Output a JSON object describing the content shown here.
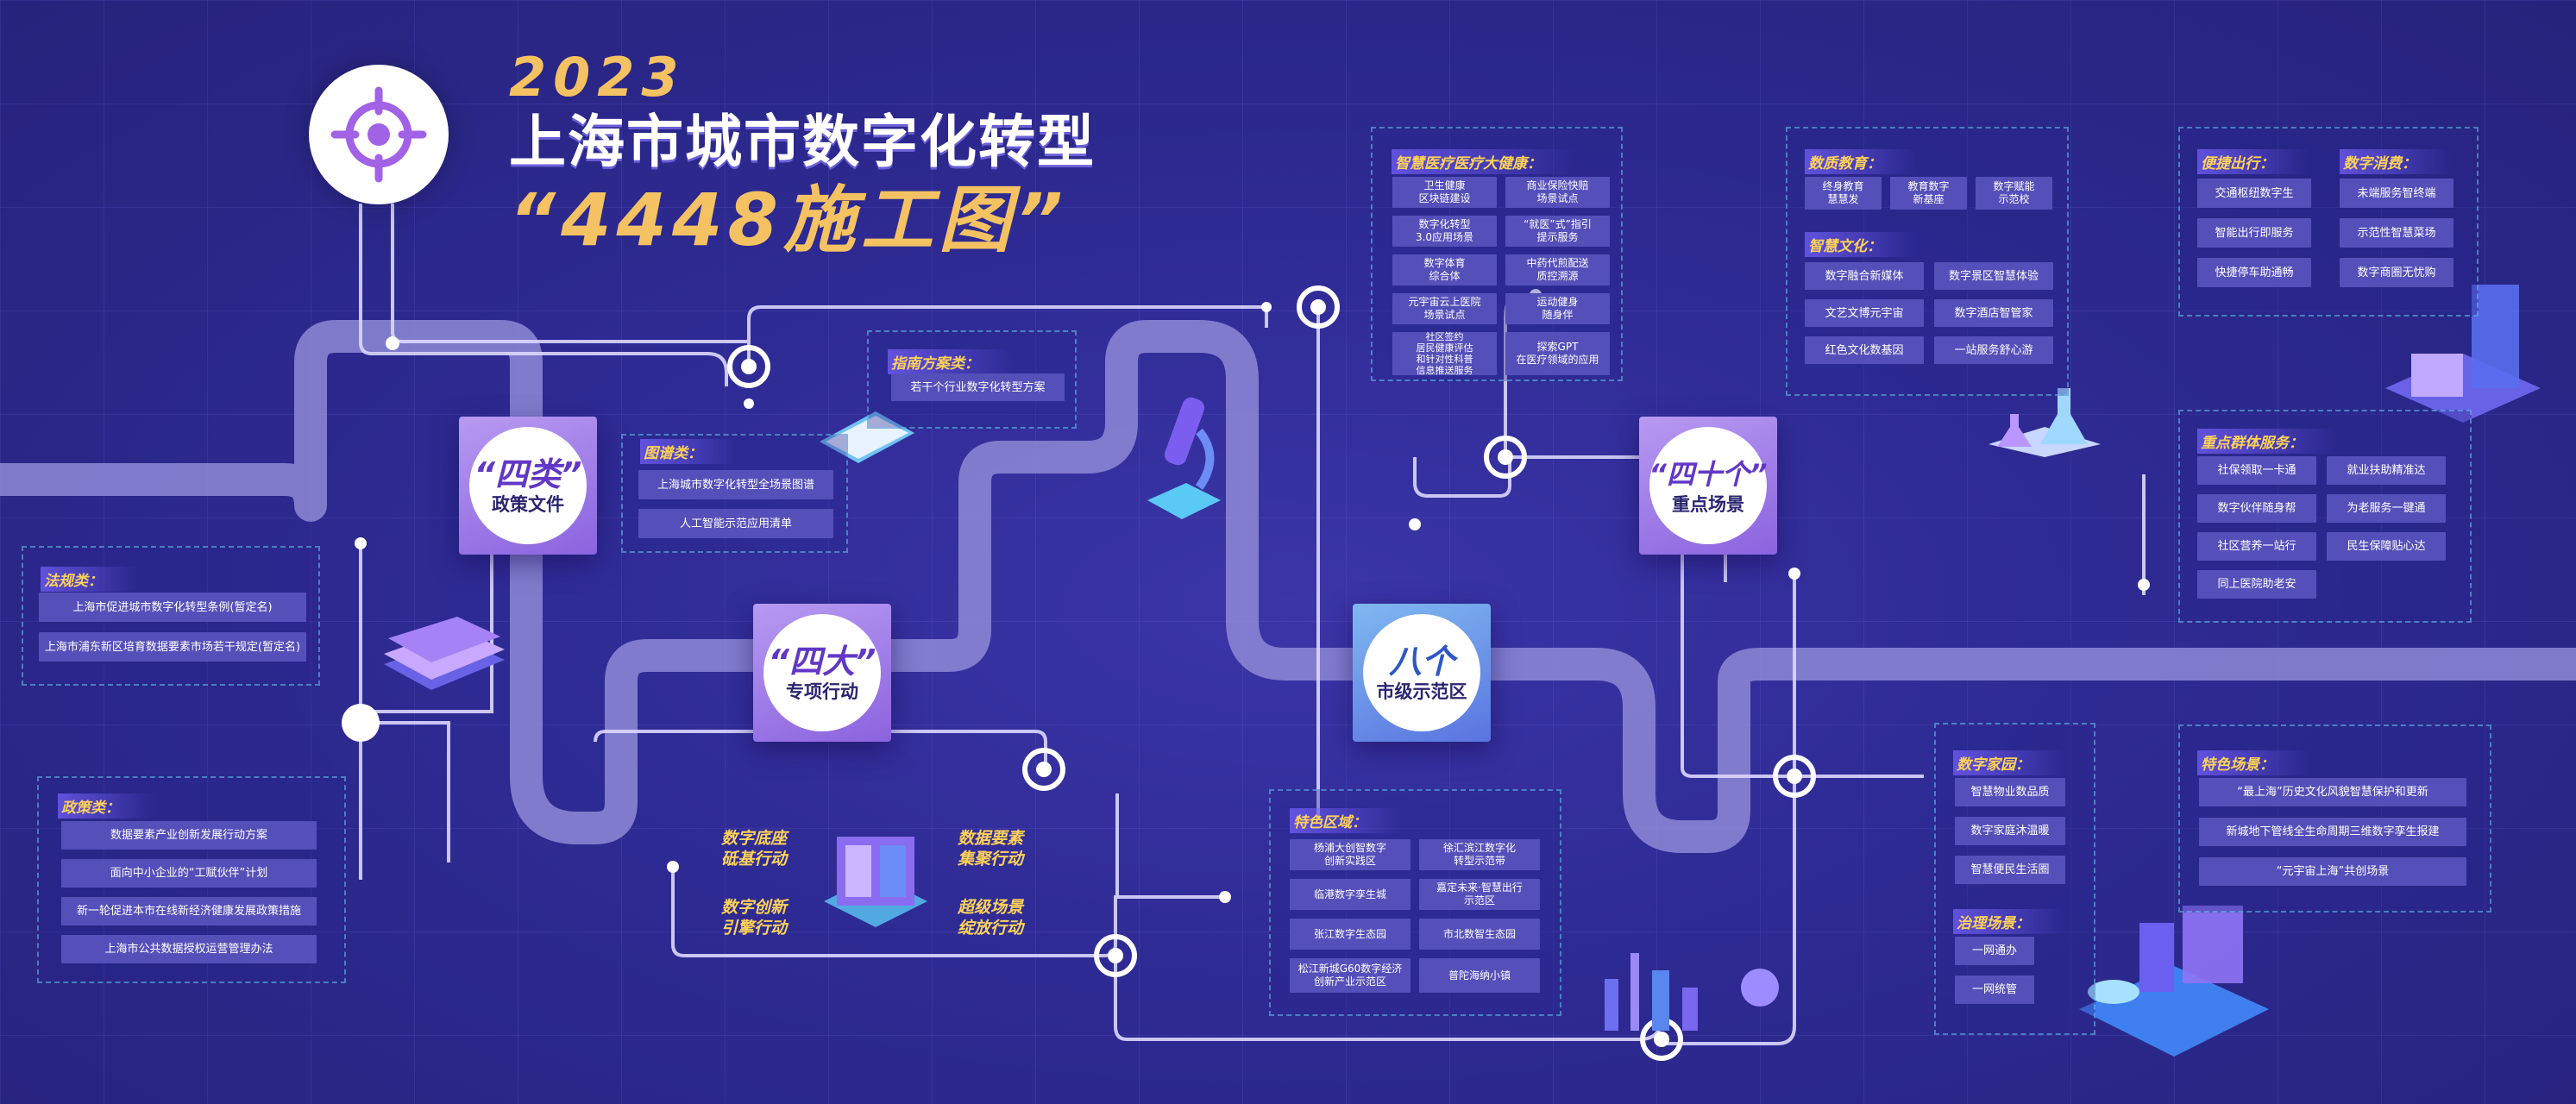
{
  "header": {
    "year": "2023",
    "title": "上海市城市数字化转型",
    "subtitle": "“4448施工图”"
  },
  "colors": {
    "background": "#2e2a93",
    "road": "#8e8ad6",
    "accent_yellow": "#ffd257",
    "hub_purple": "#a682ea",
    "hub_blue": "#6b94e8",
    "chip": "#5550b9",
    "panel_border": "#64c8f0"
  },
  "icons": {
    "top_circle": "target-icon"
  },
  "hubs": {
    "policy": {
      "big": "“四类”",
      "small": "政策文件"
    },
    "special": {
      "big": "“四大”",
      "small": "专项行动"
    },
    "demo": {
      "big": "八个",
      "small": "市级示范区"
    },
    "scenes": {
      "big": "“四十个”",
      "small": "重点场景"
    }
  },
  "actions": {
    "a1": "数字底座\n砥基行动",
    "a2": "数据要素\n集聚行动",
    "a3": "数字创新\n引擎行动",
    "a4": "超级场景\n绽放行动"
  },
  "panels": {
    "guide": {
      "title": "指南方案类：",
      "items": [
        "若干个行业数字化转型方案"
      ]
    },
    "map": {
      "title": "图谱类：",
      "items": [
        "上海城市数字化转型全场景图谱",
        "人工智能示范应用清单"
      ]
    },
    "law": {
      "title": "法规类：",
      "items": [
        "上海市促进城市数字化转型条例(暂定名)",
        "上海市浦东新区培育数据要素市场若干规定(暂定名)"
      ]
    },
    "policy": {
      "title": "政策类：",
      "items": [
        "数据要素产业创新发展行动方案",
        "面向中小企业的“工赋伙伴”计划",
        "新一轮促进本市在线新经济健康发展政策措施",
        "上海市公共数据授权运营管理办法"
      ]
    },
    "health": {
      "title": "智慧医疗医疗大健康：",
      "items": [
        "卫生健康\n区块链建设",
        "商业保险快赔\n场景试点",
        "数字化转型\n3.0应用场景",
        "“就医”式”指引\n提示服务",
        "数字体育\n综合体",
        "中药代煎配送\n质控溯源",
        "元宇宙云上医院\n场景试点",
        "运动健身\n随身伴",
        "社区签约\n居民健康评估\n和针对性科普\n信息推送服务",
        "探索GPT\n在医疗领域的应用"
      ]
    },
    "edu": {
      "title": "数质教育：",
      "items": [
        "终身教育\n慧慧发",
        "教育数字\n新基座",
        "数字赋能\n示范校"
      ]
    },
    "culture": {
      "title": "智慧文化：",
      "items": [
        "数字融合新媒体",
        "数字景区智慧体验",
        "文艺文博元宇宙",
        "数字酒店智管家",
        "红色文化数基因",
        "一站服务舒心游"
      ]
    },
    "travel": {
      "title": "便捷出行：",
      "items": [
        "交通枢纽数字生",
        "智能出行即服务",
        "快捷停车助通畅"
      ]
    },
    "consume": {
      "title": "数字消费：",
      "items": [
        "未端服务智终端",
        "示范性智慧菜场",
        "数字商圈无忧购"
      ]
    },
    "crowd": {
      "title": "重点群体服务：",
      "items": [
        "社保领取一卡通",
        "就业扶助精准达",
        "数字伙伴随身帮",
        "为老服务一键通",
        "社区营养一站行",
        "民生保障贴心达",
        "同上医院助老安"
      ]
    },
    "district": {
      "title": "特色区域：",
      "items": [
        "杨浦大创智数字\n创新实践区",
        "徐汇滨江数字化\n转型示范带",
        "临港数字孪生城",
        "嘉定未来·智慧出行\n示范区",
        "张江数字生态园",
        "市北数智生态园",
        "松江新城G60数字经济\n创新产业示范区",
        "普陀海纳小镇"
      ]
    },
    "home": {
      "title": "数字家园：",
      "items": [
        "智慧物业数品质",
        "数字家庭沐温暖",
        "智慧便民生活圈"
      ]
    },
    "govern": {
      "title": "治理场景：",
      "items": [
        "一网通办",
        "一网统管"
      ]
    },
    "special_scene": {
      "title": "特色场景：",
      "items": [
        "“最上海”历史文化风貌智慧保护和更新",
        "新城地下管线全生命周期三维数字孪生报建",
        "“元宇宙上海”共创场景"
      ]
    }
  }
}
